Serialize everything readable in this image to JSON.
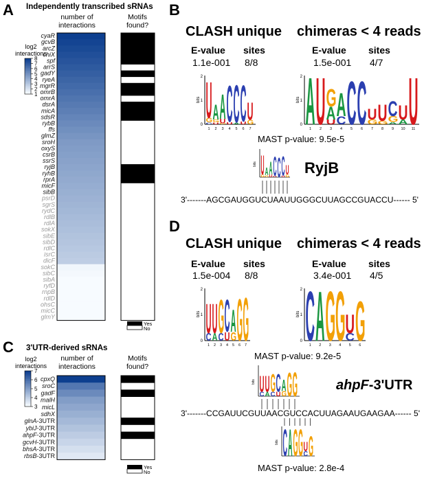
{
  "colors": {
    "heat_high": "#0d3f8f",
    "heat_low": "#f7fbff",
    "motif_yes": "#000000",
    "motif_no": "#ffffff",
    "logo_A": "#1a9641",
    "logo_C": "#2b3fb0",
    "logo_G": "#f2a007",
    "logo_U": "#d7191c"
  },
  "panelA": {
    "letter": "A",
    "title": "Independently transcribed sRNAs",
    "col1": [
      "number of",
      "interactions"
    ],
    "col2": [
      "Motifs",
      "found?"
    ],
    "legend_title": [
      "log2",
      "interactions"
    ],
    "legend_ticks": [
      "8",
      "7",
      "6",
      "5",
      "4",
      "3",
      "2",
      "1"
    ],
    "key": [
      "Yes",
      "No"
    ],
    "rows": [
      {
        "name": "cyaR",
        "log2": 8.0,
        "motif": true,
        "grey": false
      },
      {
        "name": "gcvB",
        "log2": 7.8,
        "motif": true,
        "grey": false
      },
      {
        "name": "arcZ",
        "log2": 7.6,
        "motif": true,
        "grey": false
      },
      {
        "name": "chiX",
        "log2": 7.4,
        "motif": true,
        "grey": false
      },
      {
        "name": "spf",
        "log2": 7.2,
        "motif": true,
        "grey": false
      },
      {
        "name": "arrS",
        "log2": 7.0,
        "motif": false,
        "grey": false
      },
      {
        "name": "gadY",
        "log2": 6.8,
        "motif": true,
        "grey": false
      },
      {
        "name": "ryeA",
        "log2": 6.6,
        "motif": false,
        "grey": false
      },
      {
        "name": "mgrR",
        "log2": 6.4,
        "motif": true,
        "grey": false
      },
      {
        "name": "omrB",
        "log2": 6.2,
        "motif": true,
        "grey": false
      },
      {
        "name": "omrA",
        "log2": 6.0,
        "motif": false,
        "grey": false
      },
      {
        "name": "dsrA",
        "log2": 5.8,
        "motif": true,
        "grey": false
      },
      {
        "name": "micA",
        "log2": 5.6,
        "motif": true,
        "grey": false
      },
      {
        "name": "sdsR",
        "log2": 5.4,
        "motif": true,
        "grey": false
      },
      {
        "name": "rybB",
        "log2": 5.2,
        "motif": false,
        "grey": false
      },
      {
        "name": "ffs",
        "log2": 5.0,
        "motif": false,
        "grey": false
      },
      {
        "name": "glmZ",
        "log2": 4.8,
        "motif": false,
        "grey": false
      },
      {
        "name": "sroH",
        "log2": 4.6,
        "motif": false,
        "grey": false
      },
      {
        "name": "oxyS",
        "log2": 4.5,
        "motif": false,
        "grey": false
      },
      {
        "name": "csrB",
        "log2": 4.4,
        "motif": false,
        "grey": false
      },
      {
        "name": "ssrS",
        "log2": 4.3,
        "motif": false,
        "grey": false
      },
      {
        "name": "ryjB",
        "log2": 4.2,
        "motif": true,
        "grey": false
      },
      {
        "name": "ryhB",
        "log2": 4.1,
        "motif": true,
        "grey": false
      },
      {
        "name": "rprA",
        "log2": 4.0,
        "motif": true,
        "grey": false
      },
      {
        "name": "micF",
        "log2": 3.9,
        "motif": false,
        "grey": false
      },
      {
        "name": "sibB",
        "log2": 3.8,
        "motif": false,
        "grey": false
      },
      {
        "name": "psrD",
        "log2": 3.7,
        "motif": null,
        "grey": true
      },
      {
        "name": "sgrS",
        "log2": 3.6,
        "motif": null,
        "grey": true
      },
      {
        "name": "rydC",
        "log2": 3.5,
        "motif": null,
        "grey": true
      },
      {
        "name": "rdlB",
        "log2": 3.4,
        "motif": null,
        "grey": true
      },
      {
        "name": "rdlA",
        "log2": 3.3,
        "motif": null,
        "grey": true
      },
      {
        "name": "sokX",
        "log2": 3.2,
        "motif": null,
        "grey": true
      },
      {
        "name": "sibE",
        "log2": 3.1,
        "motif": null,
        "grey": true
      },
      {
        "name": "sibD",
        "log2": 3.0,
        "motif": null,
        "grey": true
      },
      {
        "name": "rdlC",
        "log2": 2.9,
        "motif": null,
        "grey": true
      },
      {
        "name": "isrC",
        "log2": 2.8,
        "motif": null,
        "grey": true
      },
      {
        "name": "dicF",
        "log2": 2.7,
        "motif": null,
        "grey": true
      },
      {
        "name": "sokC",
        "log2": 1.2,
        "motif": null,
        "grey": true
      },
      {
        "name": "sibC",
        "log2": 1.1,
        "motif": null,
        "grey": true
      },
      {
        "name": "sibA",
        "log2": 1.0,
        "motif": null,
        "grey": true
      },
      {
        "name": "ryfD",
        "log2": 1.0,
        "motif": null,
        "grey": true
      },
      {
        "name": "rnpB",
        "log2": 1.0,
        "motif": null,
        "grey": true
      },
      {
        "name": "rdlD",
        "log2": 1.0,
        "motif": null,
        "grey": true
      },
      {
        "name": "ohsC",
        "log2": 1.0,
        "motif": null,
        "grey": true
      },
      {
        "name": "micC",
        "log2": 1.0,
        "motif": null,
        "grey": true
      },
      {
        "name": "glmY",
        "log2": 1.0,
        "motif": null,
        "grey": true
      }
    ]
  },
  "panelC": {
    "letter": "C",
    "title": "3'UTR-derived sRNAs",
    "col1": [
      "number of",
      "interactions"
    ],
    "col2": [
      "Motifs",
      "found?"
    ],
    "legend_title": [
      "log2",
      "interactions"
    ],
    "legend_ticks": [
      "7",
      "6",
      "5",
      "4",
      "3"
    ],
    "key": [
      "Yes",
      "No"
    ],
    "rows": [
      {
        "pre": "cpxQ",
        "suf": "",
        "log2": 7.0,
        "motif": true
      },
      {
        "pre": "sroC",
        "suf": "",
        "log2": 5.8,
        "motif": false
      },
      {
        "pre": "gadF",
        "suf": "",
        "log2": 5.4,
        "motif": true
      },
      {
        "pre": "malH",
        "suf": "",
        "log2": 5.0,
        "motif": false
      },
      {
        "pre": "micL",
        "suf": "",
        "log2": 4.8,
        "motif": false
      },
      {
        "pre": "sdhX",
        "suf": "",
        "log2": 4.6,
        "motif": false
      },
      {
        "pre": "glnA",
        "suf": "-3UTR",
        "log2": 4.4,
        "motif": true
      },
      {
        "pre": "ybiJ",
        "suf": "-3UTR",
        "log2": 4.2,
        "motif": false
      },
      {
        "pre": "ahpF",
        "suf": "-3UTR",
        "log2": 4.0,
        "motif": true
      },
      {
        "pre": "gcvH",
        "suf": "-3UTR",
        "log2": 3.8,
        "motif": false
      },
      {
        "pre": "bhsA",
        "suf": "-3UTR",
        "log2": 3.6,
        "motif": false
      },
      {
        "pre": "rbsB",
        "suf": "-3UTR",
        "log2": 3.4,
        "motif": false
      }
    ]
  },
  "panelB": {
    "letter": "B",
    "h1": "CLASH unique",
    "h2": "chimeras < 4 reads",
    "evalue_label": "E-value",
    "sites_label": "sites",
    "e1": "1.1e-001",
    "s1": "8/8",
    "e2": "1.5e-001",
    "s2": "4/7",
    "bits": "bits",
    "mast": "MAST p-value: 9.5e-5",
    "gene": "RyjB",
    "sequence": "3'-------AGCGAUGGUCUAAUUGGGCUUAGCCGUACCU------ 5'"
  },
  "panelD": {
    "letter": "D",
    "h1": "CLASH unique",
    "h2": "chimeras < 4 reads",
    "evalue_label": "E-value",
    "sites_label": "sites",
    "e1": "1.5e-004",
    "s1": "8/8",
    "e2": "3.4e-001",
    "s2": "4/5",
    "bits": "bits",
    "mast1": "MAST p-value: 9.2e-5",
    "gene_italic": "ahpF",
    "gene_rest": "-3'UTR",
    "sequence": "3'-------CCGAUUCGUUAACGUCCACUUAGAAUGAAGAA------ 5'",
    "mast2": "MAST p-value: 2.8e-4"
  }
}
